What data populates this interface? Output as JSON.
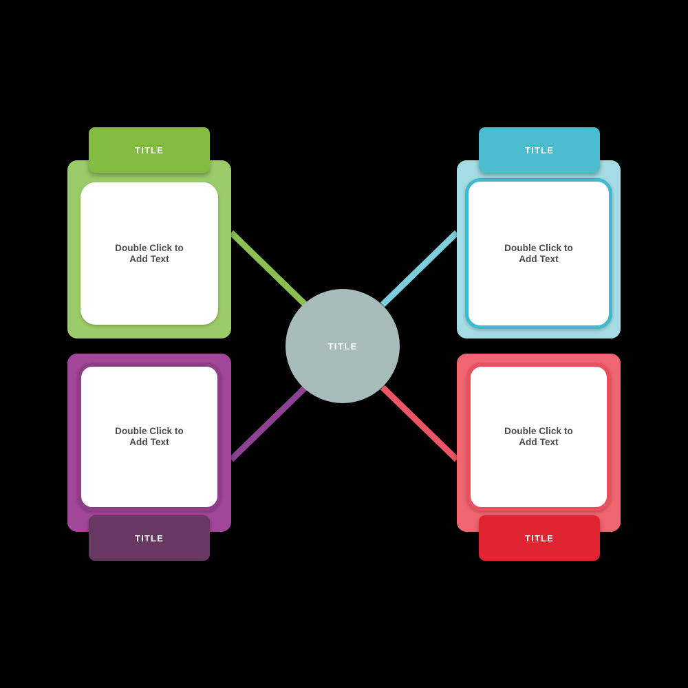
{
  "diagram": {
    "type": "hub-and-spoke-four-quadrant",
    "background_color": "#000000",
    "hub": {
      "label": "TITLE",
      "fill_color": "#a9bcbc",
      "text_color": "#ffffff",
      "shape": "circle"
    },
    "nodes": [
      {
        "id": "green",
        "position": "top-left",
        "tab_label": "TITLE",
        "tab_color": "#83bc41",
        "card_color": "#9ccb6a",
        "inner_ring_color": "#9ccb6a",
        "body_text": "Double Click to\nAdd Text",
        "body_text_color": "#4a4a4a",
        "body_fill": "#ffffff",
        "tab_position": "top",
        "connector_color": "#8cc152"
      },
      {
        "id": "teal",
        "position": "top-right",
        "tab_label": "TITLE",
        "tab_color": "#4bbdce",
        "card_color": "#a5dbe3",
        "inner_ring_color": "#3fb9cd",
        "body_text": "Double Click to\nAdd Text",
        "body_text_color": "#4a4a4a",
        "body_fill": "#ffffff",
        "tab_position": "top",
        "connector_color": "#7dcfdf"
      },
      {
        "id": "purple",
        "position": "bottom-left",
        "tab_label": "TITLE",
        "tab_color": "#683863",
        "card_color": "#a3479a",
        "inner_ring_color": "#8e3d87",
        "body_text": "Double Click to\nAdd Text",
        "body_text_color": "#4a4a4a",
        "body_fill": "#ffffff",
        "tab_position": "bottom",
        "connector_color": "#8e4293"
      },
      {
        "id": "red",
        "position": "bottom-right",
        "tab_label": "TITLE",
        "tab_color": "#e02431",
        "card_color": "#ef6571",
        "inner_ring_color": "#e8505e",
        "body_text": "Double Click to\nAdd Text",
        "body_text_color": "#4a4a4a",
        "body_fill": "#ffffff",
        "tab_position": "bottom",
        "connector_color": "#ec5565"
      }
    ]
  }
}
